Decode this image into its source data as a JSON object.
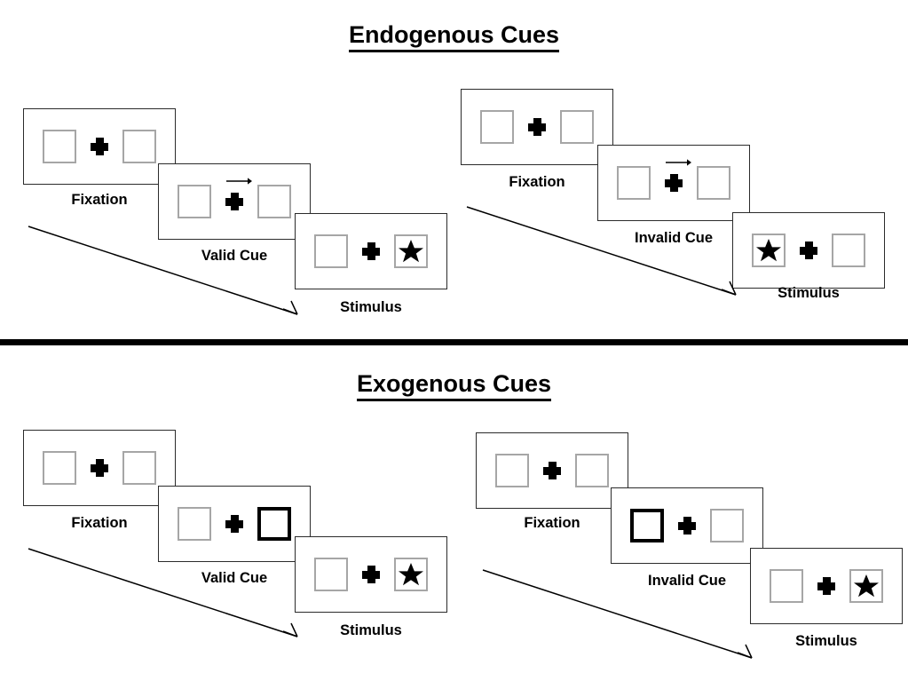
{
  "figure": {
    "title_top": "Endogenous Cues",
    "title_bottom": "Exogenous Cues"
  },
  "sections": [
    {
      "id": "endogenous",
      "title": "Endogenous Cues",
      "trials": [
        {
          "id": "endogenous-valid",
          "validity": "valid",
          "stages": [
            {
              "label": "Fixation",
              "cue": "none",
              "star": "none"
            },
            {
              "label": "Valid Cue",
              "cue": "arrow-right",
              "star": "none"
            },
            {
              "label": "Stimulus",
              "cue": "none",
              "star": "right"
            }
          ]
        },
        {
          "id": "endogenous-invalid",
          "validity": "invalid",
          "stages": [
            {
              "label": "Fixation",
              "cue": "none",
              "star": "none"
            },
            {
              "label": "Invalid Cue",
              "cue": "arrow-right",
              "star": "none"
            },
            {
              "label": "Stimulus",
              "cue": "none",
              "star": "left"
            }
          ]
        }
      ]
    },
    {
      "id": "exogenous",
      "title": "Exogenous Cues",
      "trials": [
        {
          "id": "exogenous-valid",
          "validity": "valid",
          "stages": [
            {
              "label": "Fixation",
              "cue": "none",
              "star": "none"
            },
            {
              "label": "Valid Cue",
              "cue": "box-flash-right",
              "star": "none"
            },
            {
              "label": "Stimulus",
              "cue": "none",
              "star": "right"
            }
          ]
        },
        {
          "id": "exogenous-invalid",
          "validity": "invalid",
          "stages": [
            {
              "label": "Fixation",
              "cue": "none",
              "star": "none"
            },
            {
              "label": "Invalid Cue",
              "cue": "box-flash-left",
              "star": "none"
            },
            {
              "label": "Stimulus",
              "cue": "none",
              "star": "right"
            }
          ]
        }
      ]
    }
  ],
  "labels": {
    "fixation": "Fixation",
    "valid_cue": "Valid Cue",
    "invalid_cue": "Invalid Cue",
    "stimulus": "Stimulus"
  },
  "icons": {
    "fixation_cross": "plus-icon",
    "cue_arrow": "arrow-right-icon",
    "target": "star-icon",
    "time_flow": "diagonal-arrow-icon"
  },
  "colors": {
    "frame_border": "#2b2b2b",
    "placeholder_border": "#a6a6a6",
    "cued_border": "#000000",
    "ink": "#000000",
    "background": "#ffffff"
  }
}
